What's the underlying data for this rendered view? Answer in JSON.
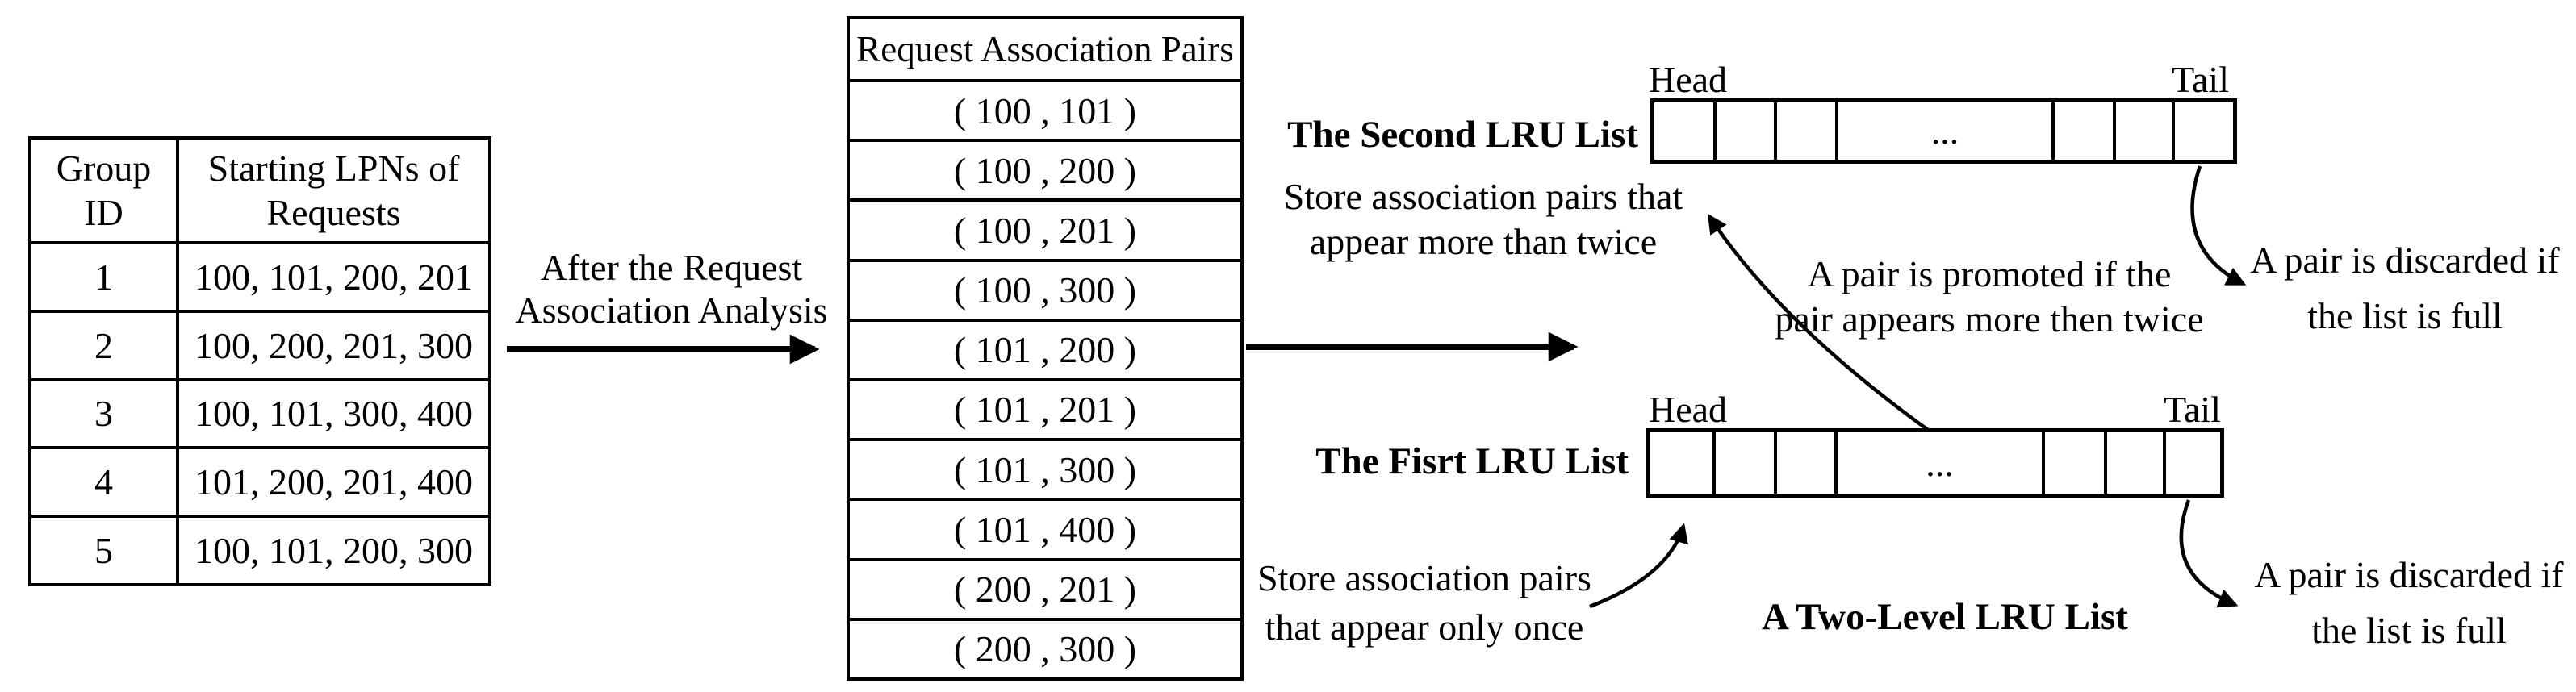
{
  "colors": {
    "ink": "#000000",
    "background": "#ffffff"
  },
  "group_table": {
    "headers": {
      "col1": "Group\nID",
      "col2": "Starting LPNs of\nRequests"
    },
    "rows": [
      {
        "group_id": "1",
        "lpns": "100, 101, 200, 201"
      },
      {
        "group_id": "2",
        "lpns": "100, 200, 201, 300"
      },
      {
        "group_id": "3",
        "lpns": "100, 101, 300, 400"
      },
      {
        "group_id": "4",
        "lpns": "101, 200, 201, 400"
      },
      {
        "group_id": "5",
        "lpns": "100, 101, 200, 300"
      }
    ]
  },
  "analysis_arrow": {
    "label": "After the Request\nAssociation Analysis"
  },
  "pairs_table": {
    "header": "Request Association Pairs",
    "rows": [
      "( 100 , 101 )",
      "( 100 , 200 )",
      "( 100 , 201 )",
      "( 100 , 300 )",
      "( 101 , 200 )",
      "( 101 , 201 )",
      "( 101 , 300 )",
      "( 101 , 400 )",
      "( 200 , 201 )",
      "( 200 , 300 )"
    ]
  },
  "lru": {
    "second_list": {
      "title": "The Second LRU List",
      "head_label": "Head",
      "tail_label": "Tail",
      "ellipsis": "..."
    },
    "first_list": {
      "title": "The Fisrt LRU List",
      "head_label": "Head",
      "tail_label": "Tail",
      "ellipsis": "..."
    },
    "caption": "A Two-Level LRU List"
  },
  "annotations": {
    "second_store": "Store association pairs that\nappear more than twice",
    "promote": "A pair is promoted if the\npair appears more then twice",
    "discard_top": "A pair is discarded if\nthe list is full",
    "first_store": "Store association pairs\nthat appear only once",
    "discard_bottom": "A pair is discarded if\nthe list is full"
  }
}
